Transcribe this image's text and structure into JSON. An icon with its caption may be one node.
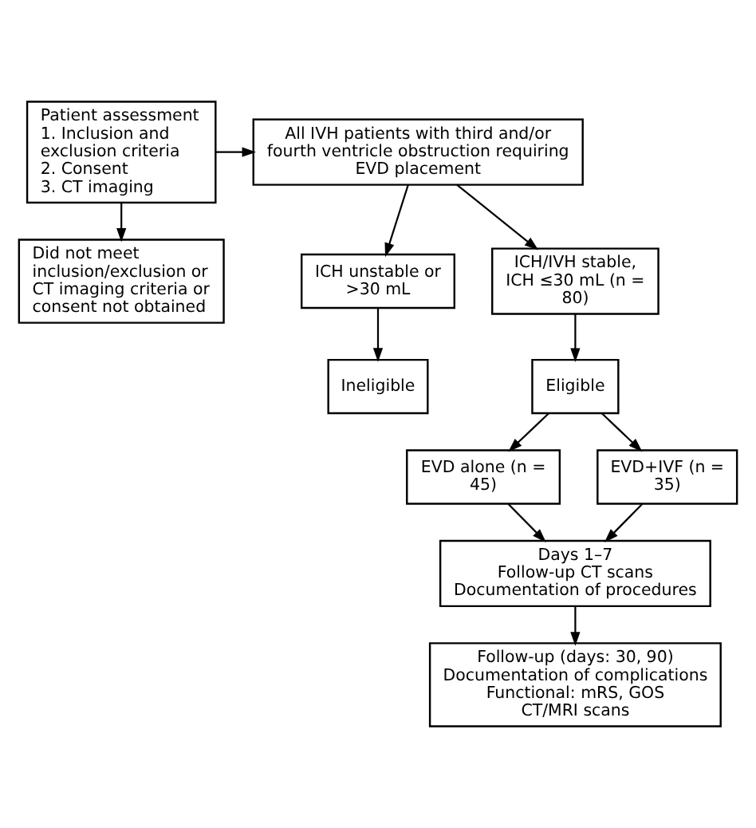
{
  "diagram": {
    "nodes": [
      {
        "text": [
          "Patient assessment",
          "1. Inclusion and exclusion criteria",
          "2. Consent",
          "3. CT imaging"
        ]
      },
      {
        "text": [
          "All IVH patients with third and/or fourth ventricle obstruction requiring EVD placement"
        ]
      },
      {
        "text": [
          "Did not meet inclusion/exclusion or CT imaging criteria or consent not obtained"
        ]
      },
      {
        "text": [
          "ICH unstable or >30 mL"
        ]
      },
      {
        "text": [
          "ICH/IVH stable, ICH ≤30 mL (n = 80)"
        ]
      },
      {
        "text": [
          "Ineligible"
        ]
      },
      {
        "text": [
          "Eligible"
        ]
      },
      {
        "text": [
          "EVD alone (n = 45)"
        ]
      },
      {
        "text": [
          "EVD+IVF (n = 35)"
        ]
      },
      {
        "text": [
          "Days 1–7",
          "Follow-up CT scans",
          "Documentation of procedures"
        ]
      },
      {
        "text": [
          "Follow-up (days: 30, 90)",
          "Documentation of complications",
          "Functional: mRS, GOS",
          "CT/MRI scans"
        ]
      }
    ],
    "edges": [
      {
        "from": 0,
        "to": 1,
        "arrow": "to"
      },
      {
        "from": 0,
        "to": 2,
        "arrow": "to"
      },
      {
        "from": 1,
        "to": 3,
        "arrow": "to"
      },
      {
        "from": 1,
        "to": 4,
        "arrow": "to"
      },
      {
        "from": 3,
        "to": 5,
        "arrow": "to"
      },
      {
        "from": 4,
        "to": 6,
        "arrow": "to"
      },
      {
        "from": 6,
        "to": 7,
        "arrow": "to"
      },
      {
        "from": 6,
        "to": 8,
        "arrow": "to"
      },
      {
        "from": 7,
        "to": 9,
        "arrow": "to"
      },
      {
        "from": 8,
        "to": 9,
        "arrow": "to"
      },
      {
        "from": 9,
        "to": 10,
        "arrow": "to"
      }
    ]
  }
}
